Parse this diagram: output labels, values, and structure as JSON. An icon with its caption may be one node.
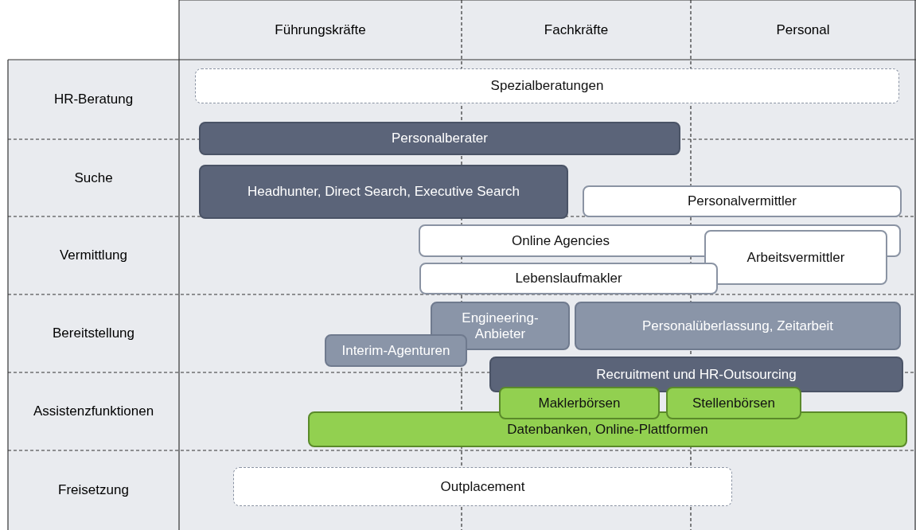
{
  "diagram": {
    "nodes": [
      {
        "text": [
          "Spezialberatungen"
        ]
      },
      {
        "text": [
          "Personalberater"
        ]
      },
      {
        "text": [
          "Headhunter, Direct Search, Executive Search"
        ]
      },
      {
        "text": [
          "Personalvermittler"
        ]
      },
      {
        "text": [
          "Online Agencies"
        ]
      },
      {
        "text": [
          "Arbeitsvermittler"
        ]
      },
      {
        "text": [
          "Lebenslaufmakler"
        ]
      },
      {
        "text": [
          "Engineering-Anbieter"
        ]
      },
      {
        "text": [
          "Personalüberlassung, Zeitarbeit"
        ]
      },
      {
        "text": [
          "Interim-Agenturen"
        ]
      },
      {
        "text": [
          "Recruitment und HR-Outsourcing"
        ]
      },
      {
        "text": [
          "Maklerbörsen"
        ]
      },
      {
        "text": [
          "Stellenbörsen"
        ]
      },
      {
        "text": [
          "Datenbanken, Online-Plattformen"
        ]
      },
      {
        "text": [
          "Outplacement"
        ]
      }
    ],
    "labels": [
      "Führungskräfte",
      "Fachkräfte",
      "Personal",
      "HR-Beratung",
      "Suche",
      "Vermittlung",
      "Bereitstellung",
      "Assistenzfunktionen",
      "Freisetzung"
    ]
  }
}
